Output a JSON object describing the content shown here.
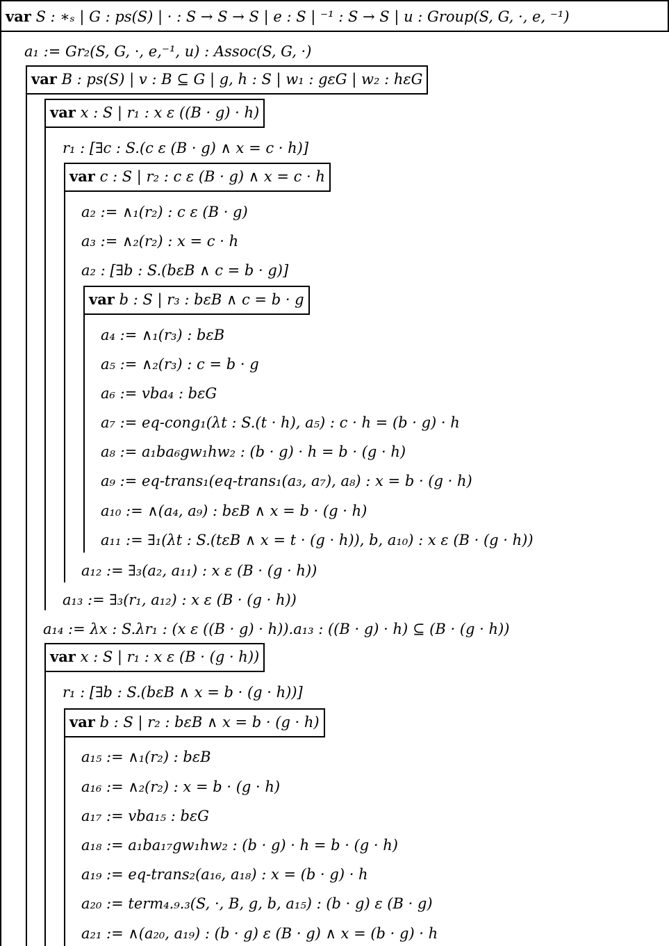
{
  "keyword": "var",
  "header": "S : ∗ₛ | G : ps(S) | · : S → S → S | e : S | ⁻¹ : S → S | u : Group(S, G, ·, e, ⁻¹)",
  "lines": [
    {
      "id": "a1",
      "kind": "text",
      "text": "a₁ := Gr₂(S, G, ·, e,⁻¹, u)  :  Assoc(S, G, ·)"
    },
    {
      "id": "b1",
      "kind": "box",
      "text": "B : ps(S) | v : B ⊆ G | g, h : S | w₁ : gεG | w₂ : hεG"
    },
    {
      "id": "b2",
      "kind": "box",
      "text": "x : S | r₁ : x ε ((B · g) · h)"
    },
    {
      "id": "r1a",
      "kind": "text",
      "text": "r₁  :  [∃c : S.(c ε (B · g) ∧ x = c · h)]"
    },
    {
      "id": "b3",
      "kind": "box",
      "text": "c : S | r₂ : c ε (B · g) ∧ x = c · h"
    },
    {
      "id": "a2",
      "kind": "text",
      "text": "a₂ := ∧₁(r₂)  :  c ε (B · g)"
    },
    {
      "id": "a3",
      "kind": "text",
      "text": "a₃ := ∧₂(r₂)  :  x = c · h"
    },
    {
      "id": "a2b",
      "kind": "text",
      "text": "a₂  :  [∃b : S.(bεB ∧ c = b · g)]"
    },
    {
      "id": "b4",
      "kind": "box",
      "text": "b : S | r₃ : bεB ∧ c = b · g"
    },
    {
      "id": "a4",
      "kind": "text",
      "text": "a₄ := ∧₁(r₃)  :  bεB"
    },
    {
      "id": "a5",
      "kind": "text",
      "text": "a₅ := ∧₂(r₃)  :  c = b · g"
    },
    {
      "id": "a6",
      "kind": "text",
      "text": "a₆ := vba₄  :  bεG"
    },
    {
      "id": "a7",
      "kind": "text",
      "text": "a₇ := eq-cong₁(λt : S.(t · h), a₅)  :  c · h = (b · g) · h"
    },
    {
      "id": "a8",
      "kind": "text",
      "text": "a₈ := a₁ba₆gw₁hw₂  :  (b · g) · h = b · (g · h)"
    },
    {
      "id": "a9",
      "kind": "text",
      "text": "a₉ := eq-trans₁(eq-trans₁(a₃, a₇), a₈)  :  x = b · (g · h)"
    },
    {
      "id": "a10",
      "kind": "text",
      "text": "a₁₀ := ∧(a₄, a₉)  :  bεB ∧ x = b · (g · h)"
    },
    {
      "id": "a11",
      "kind": "text",
      "text": "a₁₁ := ∃₁(λt : S.(tεB ∧ x = t · (g · h)), b, a₁₀)  :  x ε (B · (g · h))"
    },
    {
      "id": "a12",
      "kind": "text",
      "text": "a₁₂ := ∃₃(a₂, a₁₁)  :  x ε (B · (g · h))"
    },
    {
      "id": "a13",
      "kind": "text",
      "text": "a₁₃ := ∃₃(r₁, a₁₂)  :  x ε (B · (g · h))"
    },
    {
      "id": "a14",
      "kind": "text",
      "text": "a₁₄ := λx : S.λr₁ : (x ε ((B · g) · h)).a₁₃  :  ((B · g) · h) ⊆ (B · (g · h))"
    },
    {
      "id": "b5",
      "kind": "box",
      "text": "x : S | r₁ : x ε (B · (g · h))"
    },
    {
      "id": "r1b",
      "kind": "text",
      "text": "r₁  :  [∃b : S.(bεB ∧ x = b · (g · h))]"
    },
    {
      "id": "b6",
      "kind": "box",
      "text": "b : S | r₂ : bεB ∧ x = b · (g · h)"
    },
    {
      "id": "a15",
      "kind": "text",
      "text": "a₁₅ := ∧₁(r₂)  :  bεB"
    },
    {
      "id": "a16",
      "kind": "text",
      "text": "a₁₆ := ∧₂(r₂)  :  x = b · (g · h)"
    },
    {
      "id": "a17",
      "kind": "text",
      "text": "a₁₇ := vba₁₅  :  bεG"
    },
    {
      "id": "a18",
      "kind": "text",
      "text": "a₁₈ := a₁ba₁₇gw₁hw₂  :  (b · g) · h = b · (g · h)"
    },
    {
      "id": "a19",
      "kind": "text",
      "text": "a₁₉ := eq-trans₂(a₁₆, a₁₈)  :  x = (b · g) · h"
    },
    {
      "id": "a20",
      "kind": "text",
      "text": "a₂₀ := term₄.₉.₃(S, ·, B, g, b, a₁₅)  :  (b · g) ε (B · g)"
    },
    {
      "id": "a21",
      "kind": "text",
      "text": "a₂₁ := ∧(a₂₀, a₁₉)  :  (b · g) ε (B · g) ∧ x = (b · g) · h"
    }
  ]
}
